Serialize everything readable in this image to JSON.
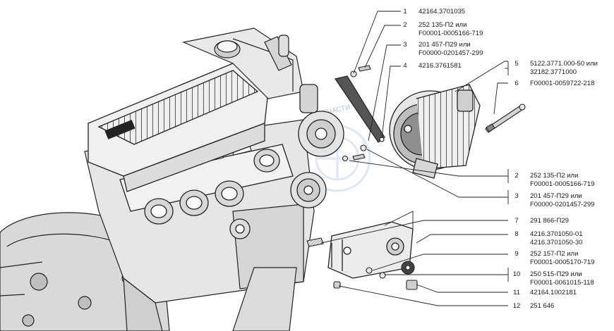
{
  "watermark": "ЗАПЧАСТИ",
  "callouts": [
    {
      "num": "1",
      "line1": "42164.3701035",
      "line2": ""
    },
    {
      "num": "2",
      "line1": "252 135-П2 или",
      "line2": "F00001-0005166-719"
    },
    {
      "num": "3",
      "line1": "201 457-П29 или",
      "line2": "F00000-0201457-299"
    },
    {
      "num": "4",
      "line1": "4216.3761581",
      "line2": ""
    },
    {
      "num": "5",
      "line1": "5122.3771.000-50 или",
      "line2": "32182.3771000"
    },
    {
      "num": "6",
      "line1": "F00001-0059722-218",
      "line2": ""
    },
    {
      "num": "2",
      "line1": "252 135-П2 или",
      "line2": "F00001-0005166-719"
    },
    {
      "num": "3",
      "line1": "201 457-П29 или",
      "line2": "F00000-0201457-299"
    },
    {
      "num": "7",
      "line1": "291 866-П29",
      "line2": ""
    },
    {
      "num": "8",
      "line1": "4216.3701050-01",
      "line2": "4216.3701050-30"
    },
    {
      "num": "9",
      "line1": "252 157-П2 или",
      "line2": "F00001-0005170-719"
    },
    {
      "num": "10",
      "line1": "250 515-П29 или",
      "line2": "F00001-0061015-118"
    },
    {
      "num": "11",
      "line1": "42164.1002181",
      "line2": ""
    },
    {
      "num": "12",
      "line1": "251 646",
      "line2": ""
    }
  ]
}
